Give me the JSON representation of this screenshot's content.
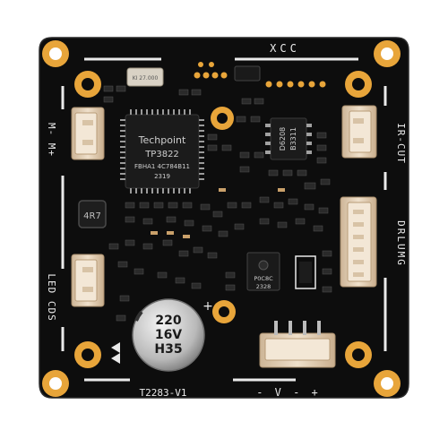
{
  "board": {
    "silkscreen": {
      "top": "XCC",
      "left_upper": "M- M+",
      "left_lower": "LED CDS",
      "right_upper": "IR-CUT",
      "right_lower": "DRLUMG",
      "bottom_left": "T2283-V1",
      "bottom_right": "- V - +"
    },
    "main_chip": {
      "line1": "Techpoint",
      "line2": "TP3822",
      "line3": "FBHA1 4C784B11",
      "line4": "2319"
    },
    "driver_chip": {
      "line1": "D6208",
      "line2": "B3311"
    },
    "mosfet": {
      "line1": "P0C8C",
      "line2": "2328"
    },
    "inductor": {
      "label": "4R7"
    },
    "capacitor": {
      "line1": "220",
      "line2": "16V",
      "line3": "H35"
    },
    "crystal": {
      "line1": "KI 27.000"
    },
    "colors": {
      "pcb": "#0d0d0d",
      "pad_gold": "#e8a53a",
      "connector": "#e6d2b8",
      "silkscreen": "#eaeaea"
    }
  }
}
